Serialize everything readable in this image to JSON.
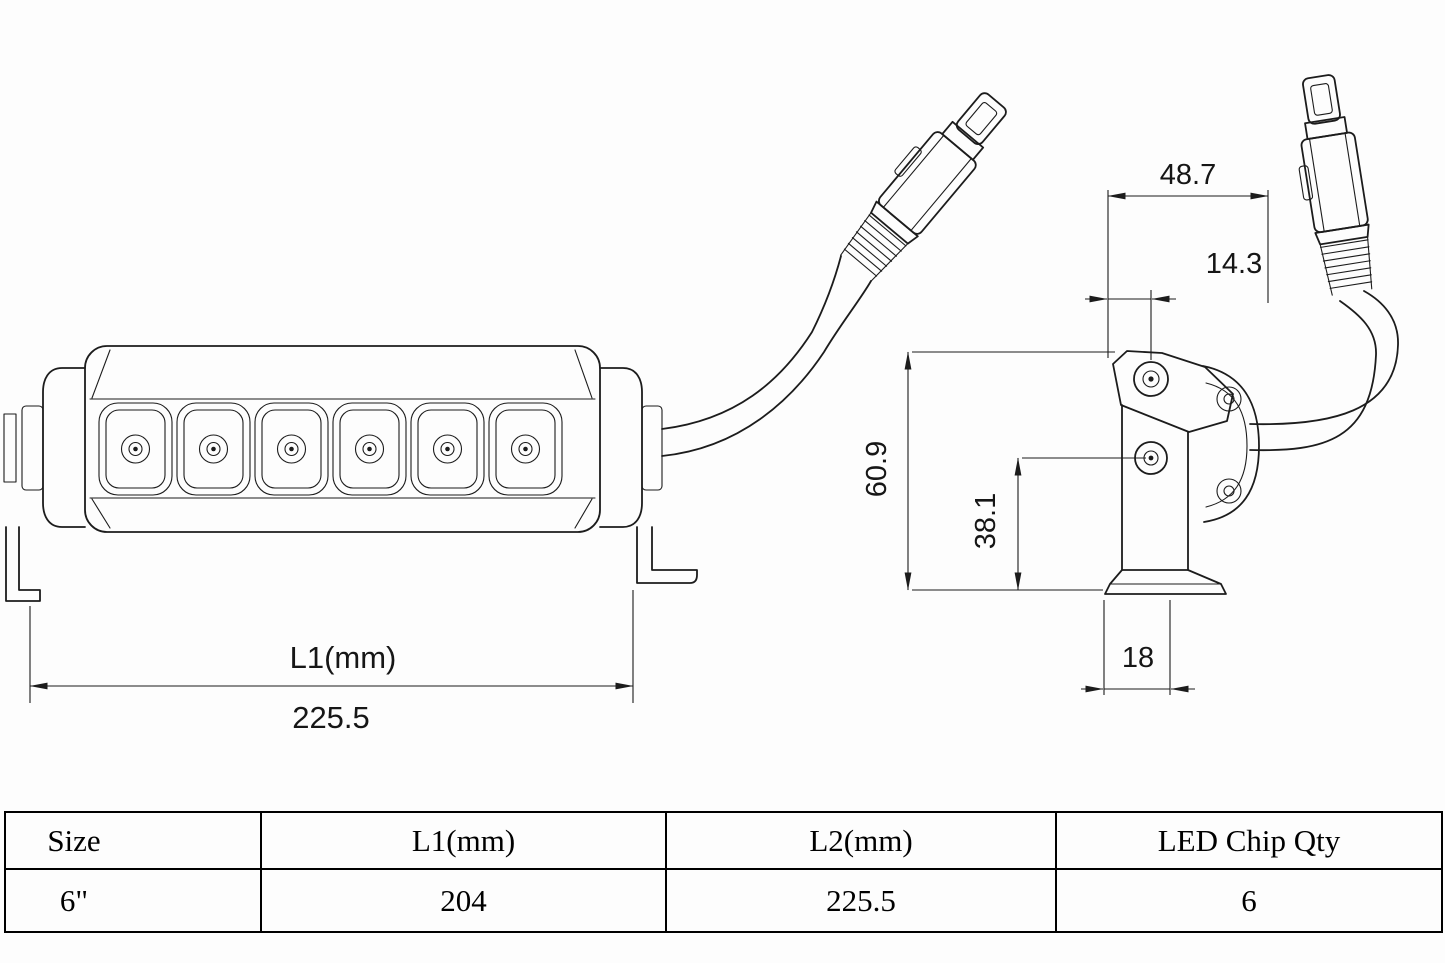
{
  "page": {
    "background": "#fdfdfd",
    "line_color": "#1c1c1c"
  },
  "front_view": {
    "dim_label": "L1(mm)",
    "dim_value": "225.5",
    "led_count": 6
  },
  "side_view": {
    "dim_width_top": "48.7",
    "dim_offset": "14.3",
    "dim_height": "60.9",
    "dim_bolt_height": "38.1",
    "dim_base_width": "18"
  },
  "table": {
    "headers": [
      "Size",
      "L1(mm)",
      "L2(mm)",
      "LED Chip Qty"
    ],
    "rows": [
      [
        "6\"",
        "204",
        "225.5",
        "6"
      ]
    ]
  }
}
